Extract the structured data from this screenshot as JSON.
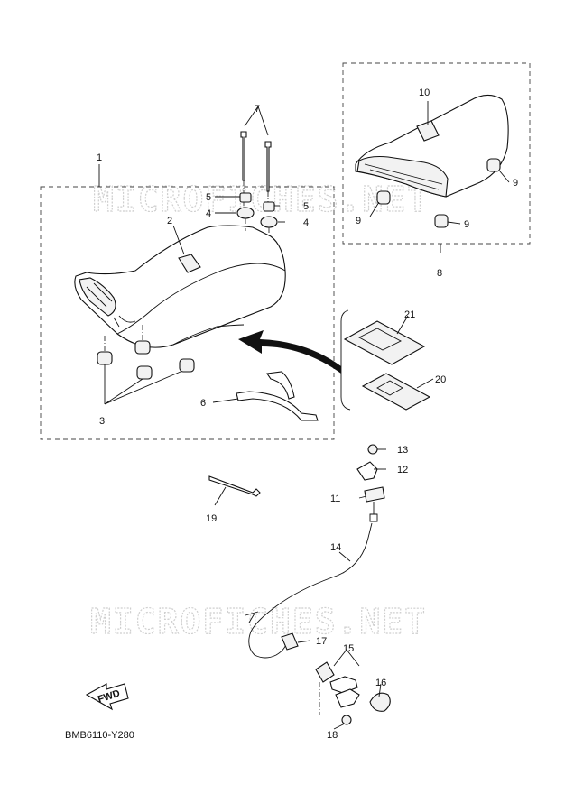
{
  "watermark": "MICROFICHES.NET",
  "diagram_code": "BMB6110-Y280",
  "fwd_label": "FWD",
  "callouts": {
    "c1": "1",
    "c2": "2",
    "c3": "3",
    "c4a": "4",
    "c4b": "4",
    "c5a": "5",
    "c5b": "5",
    "c6": "6",
    "c7": "7",
    "c8": "8",
    "c9a": "9",
    "c9b": "9",
    "c9c": "9",
    "c10": "10",
    "c11": "11",
    "c12": "12",
    "c13": "13",
    "c14": "14",
    "c15": "15",
    "c16": "16",
    "c17": "17",
    "c18": "18",
    "c19": "19",
    "c20": "20",
    "c21": "21"
  }
}
